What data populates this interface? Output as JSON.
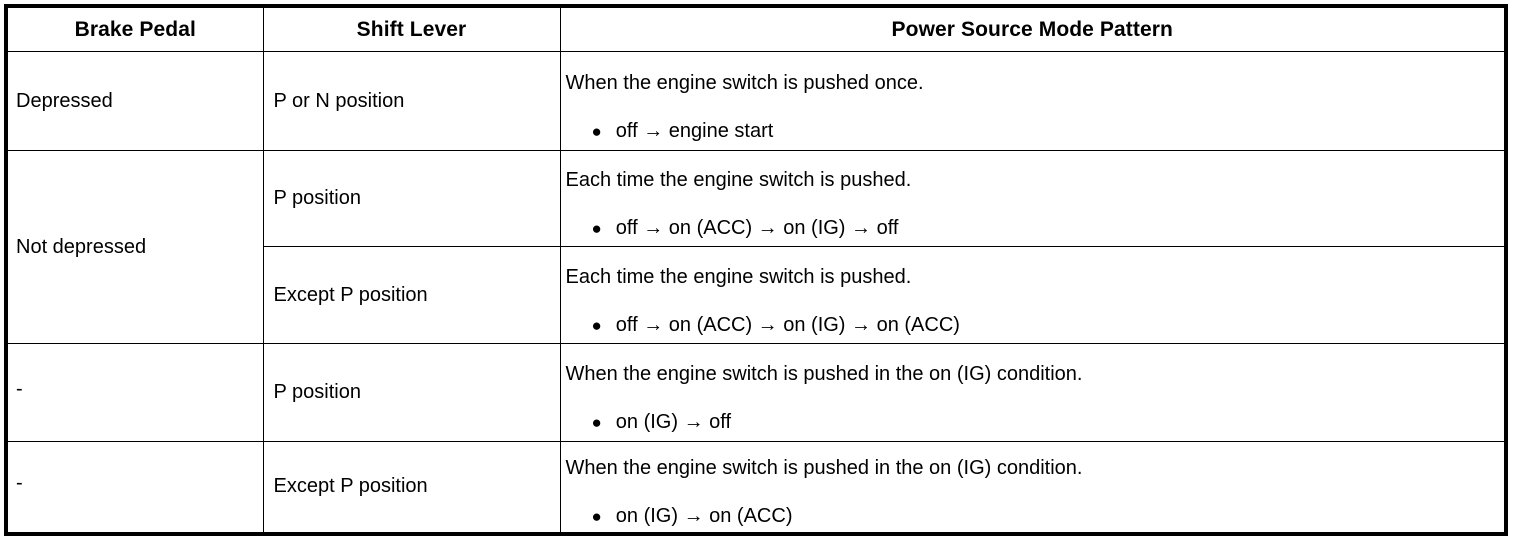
{
  "table": {
    "headers": [
      {
        "label": "Brake Pedal",
        "name": "header-brake-pedal"
      },
      {
        "label": "Shift Lever",
        "name": "header-shift-lever"
      },
      {
        "label": "Power Source Mode Pattern",
        "name": "header-power-source-mode-pattern"
      }
    ],
    "bullet_glyph": "●",
    "rows": [
      {
        "brake_pedal": "Depressed",
        "shift_lever": "P or N position",
        "pattern_condition": "When the engine switch is pushed once.",
        "pattern_sequence": "off → engine start"
      },
      {
        "brake_pedal": "Not depressed",
        "shift_lever": "P position",
        "pattern_condition": "Each time the engine switch is pushed.",
        "pattern_sequence": "off → on (ACC) → on (IG) → off"
      },
      {
        "brake_pedal": "",
        "shift_lever": "Except P position",
        "pattern_condition": "Each time the engine switch is pushed.",
        "pattern_sequence": "off → on (ACC) → on (IG) → on (ACC)"
      },
      {
        "brake_pedal": "-",
        "shift_lever": "P position",
        "pattern_condition": "When the engine switch is pushed in the on (IG) condition.",
        "pattern_sequence": "on (IG) → off"
      },
      {
        "brake_pedal": "-",
        "shift_lever": "Except P position",
        "pattern_condition": "When the engine switch is pushed in the on (IG) condition.",
        "pattern_sequence": "on (IG) → on (ACC)"
      }
    ]
  },
  "colors": {
    "border": "#000000",
    "text": "#000000",
    "background": "#ffffff"
  }
}
